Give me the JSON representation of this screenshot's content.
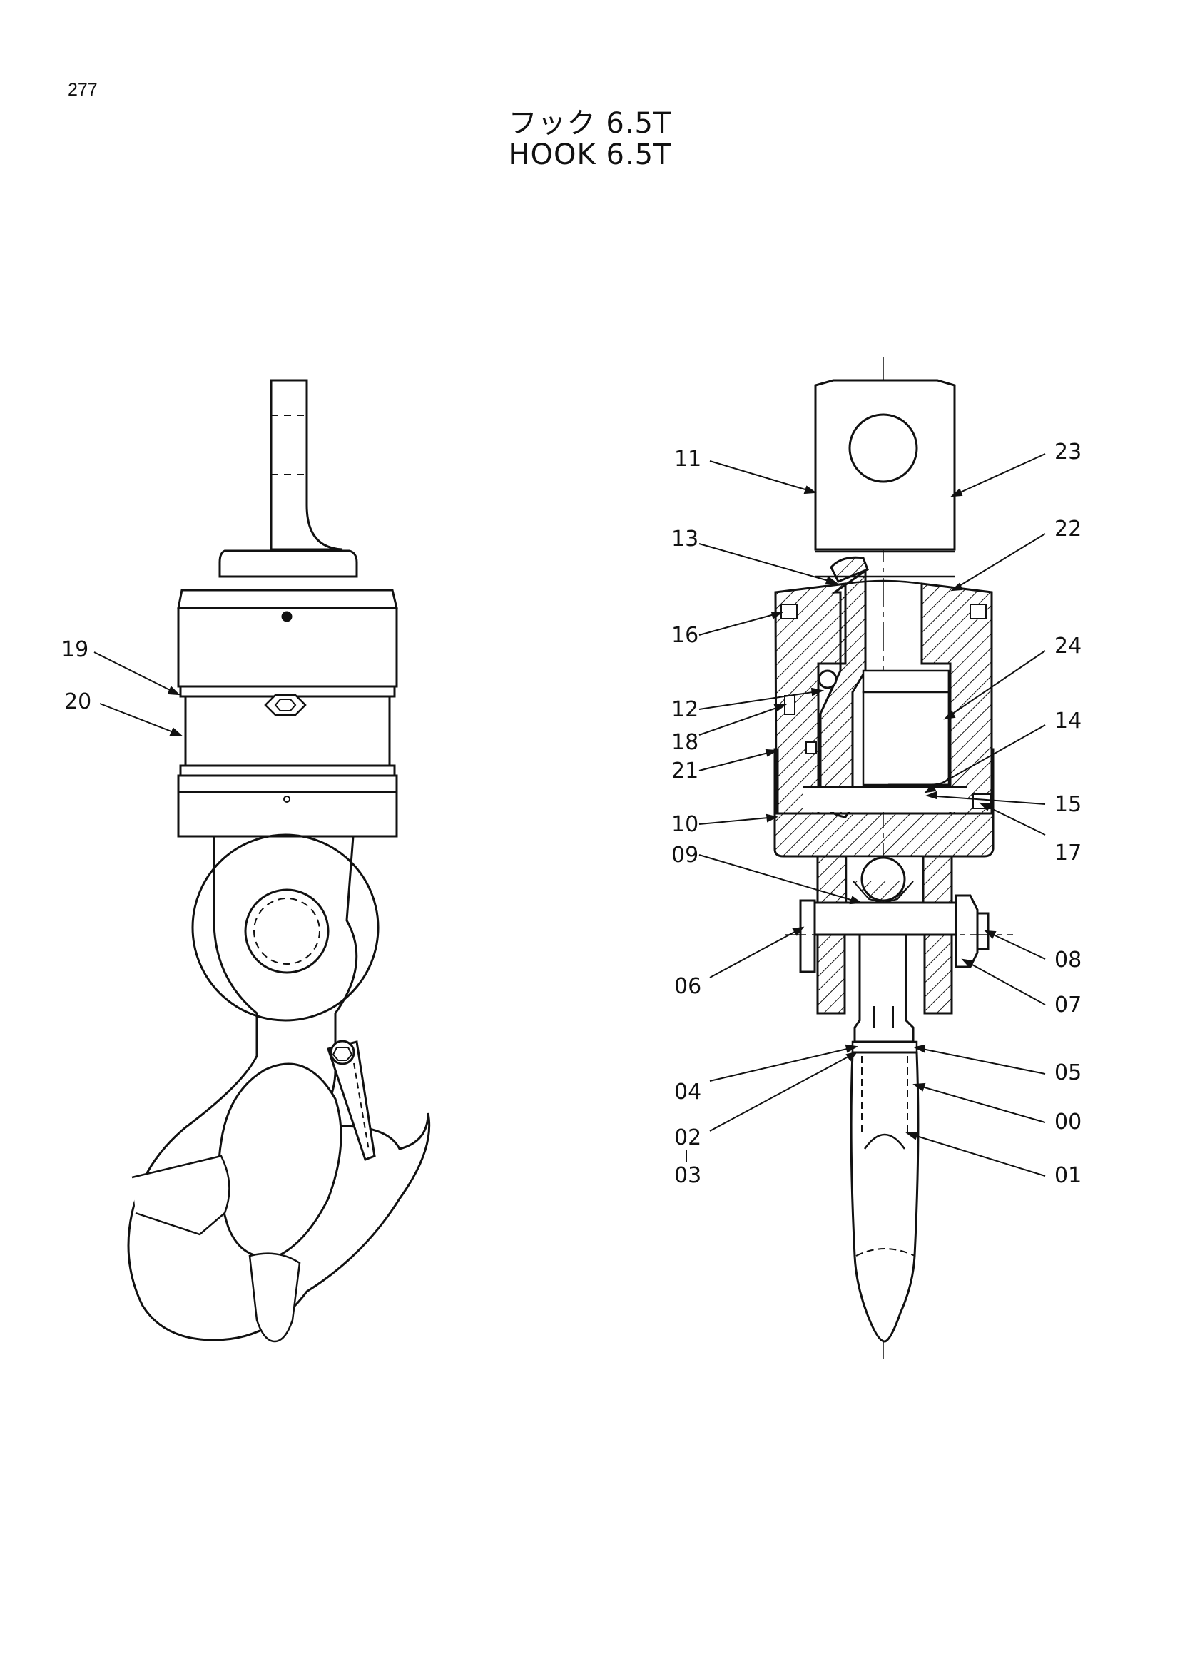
{
  "page_number": "277",
  "title_jp": "フック 6.5T",
  "title_en": "HOOK 6.5T",
  "labels_left": {
    "l19": "19",
    "l20": "20"
  },
  "labels_right": {
    "l11": "11",
    "l23": "23",
    "l13": "13",
    "l22": "22",
    "l16": "16",
    "l24": "24",
    "l12": "12",
    "l18": "18",
    "l14": "14",
    "l21": "21",
    "l15": "15",
    "l10": "10",
    "l17": "17",
    "l09": "09",
    "l08": "08",
    "l06": "06",
    "l07": "07",
    "l05": "05",
    "l04": "04",
    "l00": "00",
    "l02": "02",
    "l01": "01",
    "l03": "03"
  }
}
